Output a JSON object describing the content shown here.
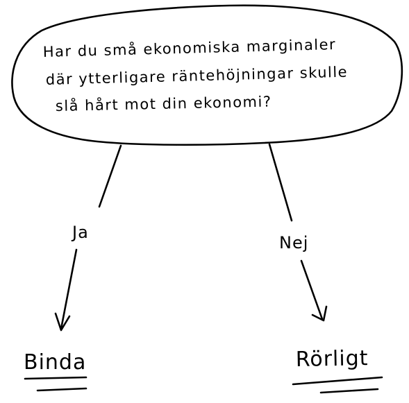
{
  "question": {
    "lines": [
      "Har du små ekonomiska marginaler",
      "där ytterligare räntehöjningar skulle",
      "slå hårt mot din ekonomi?"
    ]
  },
  "branches": {
    "yes": {
      "label": "Ja",
      "outcome": "Binda"
    },
    "no": {
      "label": "Nej",
      "outcome": "Rörligt"
    }
  }
}
